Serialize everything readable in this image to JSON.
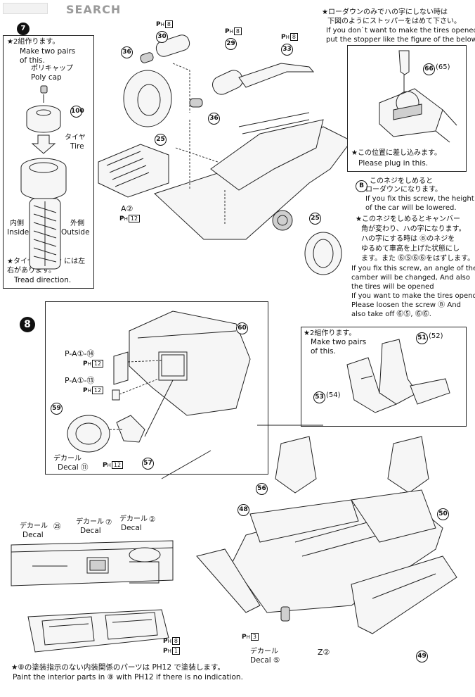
{
  "watermark": "SEARCH",
  "step7": {
    "pair_note_jp": "★2組作ります。",
    "pair_note_en": "Make two pairs of this.",
    "polycap_jp": "ポリキャップ",
    "polycap_en": "Poly cap",
    "tire_jp": "タイヤ",
    "tire_en": "Tire",
    "inside_jp": "内側",
    "inside_en": "Inside",
    "outside_jp": "外側",
    "outside_en": "Outside",
    "tread_jp": "★タイヤパターン には左右があります。",
    "tread_en": "Tread direction.",
    "lowdown_jp_1": "★ローダウンのみでハの字にしない時は",
    "lowdown_jp_2": "下図のようにストッパーをはめて下さい。",
    "lowdown_en_1": "If you don`t want to make the tires opened,",
    "lowdown_en_2": "put the stopper like the figure of the below.",
    "plug_jp": "★この位置に差し込みます。",
    "plug_en": "Please plug in this.",
    "screw_b_jp_1": "このネジをしめると",
    "screw_b_jp_2": "ローダウンになります。",
    "screw_b_en_1": "If you fix this screw, the height",
    "screw_b_en_2": "of the car will be lowered.",
    "camber_jp_1": "★このネジをしめるとキャンバー",
    "camber_jp_2": "角が変わり、ハの字になります。",
    "camber_jp_3": "ハの字にする時は Ⓑのネジを",
    "camber_jp_4": "ゆるめて車高を上げた状態にし",
    "camber_jp_5": "ます。また ⓺⓹⓺⓺をはずします。",
    "camber_en_1": "If you fix this screw, an angle of the",
    "camber_en_2": "camber will be changed, And also",
    "camber_en_3": "the tires will be opened",
    "camber_en_4": "If you want to make the tires opend,",
    "camber_en_5": "Please loosen the screw Ⓑ And",
    "camber_en_6": "also take off ⓺⓹, ⓺⓺.",
    "parts": [
      "30",
      "29",
      "33",
      "36",
      "36",
      "25",
      "25",
      "100",
      "66",
      "65"
    ],
    "label_a2": "A②",
    "label_b": "B",
    "ph12": "12",
    "ph8": "8"
  },
  "step8": {
    "number": "8",
    "pa14": "P-A①-⑭",
    "pa13": "P-A①-⑬",
    "pair_note_jp": "★2組作ります。",
    "pair_note_en": "Make two pairs of this.",
    "decal_jp": "デカール",
    "decal_en": "Decal",
    "decal_labels": [
      "⑪",
      "㉕",
      "⑦",
      "②",
      "⑤"
    ],
    "parts": [
      "60",
      "59",
      "57",
      "51",
      "52",
      "53",
      "54",
      "56",
      "48",
      "50",
      "49"
    ],
    "z2": "Z②",
    "ph3": "3",
    "ph1": "1",
    "ph8": "8",
    "ph12": "12"
  },
  "footer": {
    "note_jp": "★⑧の塗装指示のない内装関係のパーツは PH12 で塗装します。",
    "note_en": "Paint the interior parts in ⑧ with PH12 if there is no indication."
  }
}
